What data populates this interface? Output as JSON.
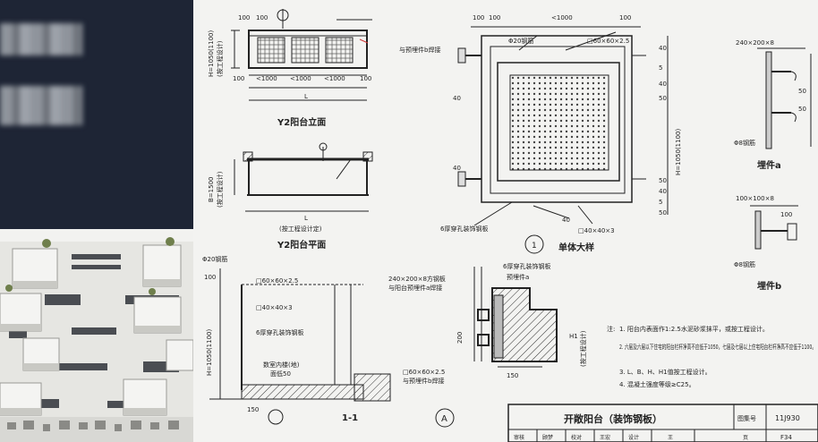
{
  "y2_elev": {
    "title": "Y2阳台立面",
    "h_dim": "H=1050(1100)",
    "h_note": "(按工程设计)",
    "dims": [
      "100",
      "100",
      "<1000",
      "<1000",
      "<1000",
      "100",
      "100"
    ],
    "l": "L"
  },
  "y2_plan": {
    "title": "Y2阳台平面",
    "b_dim": "B=1500",
    "b_note": "(按工程设计)",
    "l": "L",
    "note": "(按工程设计定)"
  },
  "single": {
    "title": "单体大样",
    "num": "1",
    "dims_top": [
      "100",
      "100",
      "<1000",
      "100"
    ],
    "labels": {
      "steel": "Φ20钢筋",
      "sq60": "□60×60×2.5",
      "weld": "与预埋件b焊接",
      "perf": "6厚穿孔装饰钢板",
      "sq40": "□40×40×3"
    },
    "right_dims": [
      "40",
      "5",
      "40",
      "50",
      "H=1050(1100)",
      "50",
      "40",
      "5",
      "50"
    ],
    "left_dims": [
      "40",
      "40"
    ],
    "bot_dim": "40"
  },
  "emb_a": {
    "title": "埋件a",
    "plate": "240×200×8",
    "bar": "Φ8钢筋",
    "d1": "50",
    "d2": "50"
  },
  "emb_b": {
    "title": "埋件b",
    "plate": "100×100×8",
    "bar": "Φ8钢筋",
    "d1": "100"
  },
  "sec11": {
    "title": "1-1",
    "labels": {
      "steel": "Φ20钢筋",
      "sq60": "□60×60×2.5",
      "sq40": "□40×40×3",
      "perf": "6厚穿孔装饰钢板",
      "floor": "数室内楼(地)",
      "low": "面低50"
    },
    "h_dim": "H=1050(1100)",
    "dims": [
      "100",
      "150"
    ]
  },
  "detA": {
    "mark": "A",
    "labels": {
      "plate": "240×200×8方钢板",
      "plate2": "与阳台预埋件a焊接",
      "perf": "6厚穿孔装饰钢板",
      "emb": "预埋件a",
      "sq60": "□60×60×2.5",
      "weld": "与预埋件b焊接"
    },
    "h1": "H1",
    "h_note": "(按工程设计)",
    "d200": "200",
    "d150": "150"
  },
  "notes": {
    "head": "注:",
    "items": [
      "1. 阳台内表面作1:2.5水泥砂浆抹平，或按工程设计。",
      "2. 六层及六层以下住宅的阳台栏杆净高不应低于1050，七层及七层以上住宅阳台栏杆净高不应低于1100。",
      "3. L、B、H、H1值按工程设计。",
      "4. 混凝土强度等级≥C25。"
    ]
  },
  "title_block": {
    "title": "开敞阳台（装饰钢板）",
    "set_label": "图集号",
    "set_no": "11J930",
    "page": "F34",
    "row": [
      "审核",
      "顾梦",
      "校对",
      "王宏",
      "设计",
      "王",
      "页"
    ]
  }
}
